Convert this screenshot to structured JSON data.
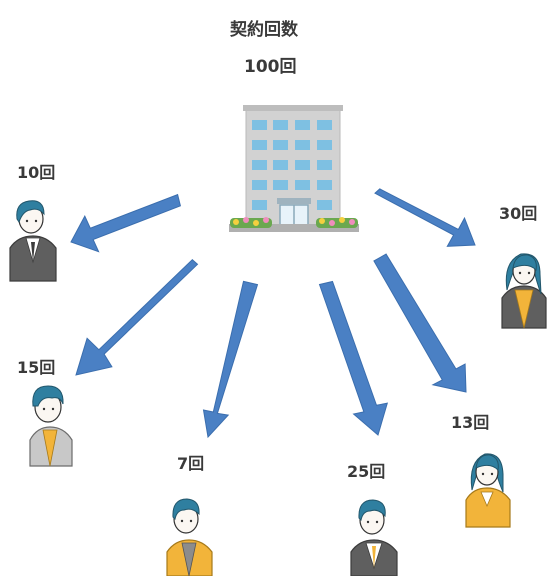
{
  "title": "契約回数",
  "center": {
    "label": "100回",
    "icon": "office-building-icon"
  },
  "colors": {
    "arrow": "#4a80c4",
    "arrow_stroke": "#3b6eae",
    "text": "#3a3a3a",
    "building": "#cfcfcf",
    "window": "#7ec0e2",
    "hair": "#2f7fa0",
    "skin": "#fbf7f2",
    "suit_gray": "#5f5f5f",
    "sweater_yellow": "#f2b43a",
    "cardigan_light_gray": "#c8c8c8"
  },
  "people": [
    {
      "id": "p1",
      "label": "10回",
      "icon": "businessman-gray-suit-icon"
    },
    {
      "id": "p2",
      "label": "30回",
      "icon": "woman-gray-jacket-icon"
    },
    {
      "id": "p3",
      "label": "15回",
      "icon": "man-light-gray-cardigan-icon"
    },
    {
      "id": "p4",
      "label": "13回",
      "icon": "woman-yellow-cardigan-icon"
    },
    {
      "id": "p5",
      "label": "7回",
      "icon": "man-yellow-cardigan-icon"
    },
    {
      "id": "p6",
      "label": "25回",
      "icon": "businessman-yellow-tie-icon"
    }
  ]
}
